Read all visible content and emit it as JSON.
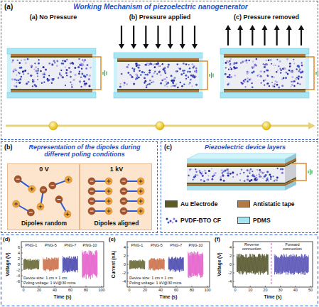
{
  "diagram": {
    "nodes": [
      {
        "text": [
          "(a)",
          "Working Mechanism of piezoelectric nanogenerator"
        ]
      },
      {
        "text": [
          "(b)",
          "Representation of the dipoles during different poling conditions"
        ]
      },
      {
        "text": [
          "0 V",
          "Dipoles random"
        ],
        "in": 1
      },
      {
        "text": [
          "1 kV",
          "Dipoles aligned"
        ],
        "in": 1
      },
      {
        "text": [
          "(c)",
          "Piezoelectric device layers"
        ]
      }
    ],
    "labels": [
      "(a) No Pressure",
      "(b) Pressure applied",
      "(c) Pressure removed",
      "(d)",
      "Voltage (V)",
      "6",
      "4",
      "2",
      "0",
      "-2",
      "-4",
      "-6",
      "0",
      "20",
      "40",
      "60",
      "80",
      "100",
      "Time (s)",
      "PNG-1",
      "PNG-5",
      "PNG-7",
      "PNG-10",
      "Device size: 1 cm × 1 cm",
      "Poling voltage: 1 kV@30 mins",
      "(e)",
      "Current (nA)",
      "4",
      "2",
      "0",
      "-2",
      "-4",
      "0",
      "20",
      "40",
      "60",
      "80",
      "100",
      "Time (s)",
      "PNG-1",
      "PNG-5",
      "PNG-7",
      "PNG-10",
      "Device size: 1 cm × 1 cm",
      "Poling voltage: 1 kV@30 mins",
      "(f)",
      "Voltage (V)",
      "4",
      "2",
      "0",
      "-2",
      "-4",
      "0",
      "10",
      "20",
      "30",
      "40",
      "50",
      "Time (s)",
      "Reverse connection",
      "Forward connection"
    ],
    "legend": [
      {
        "text": "Au Electrode",
        "color": "#5c5a1e"
      },
      {
        "text": "Antistatic tape",
        "color": "#b47a44"
      },
      {
        "text": "PVDF-BTO CF"
      },
      {
        "text": "PDMS",
        "color": "#a6e4f2"
      }
    ]
  }
}
